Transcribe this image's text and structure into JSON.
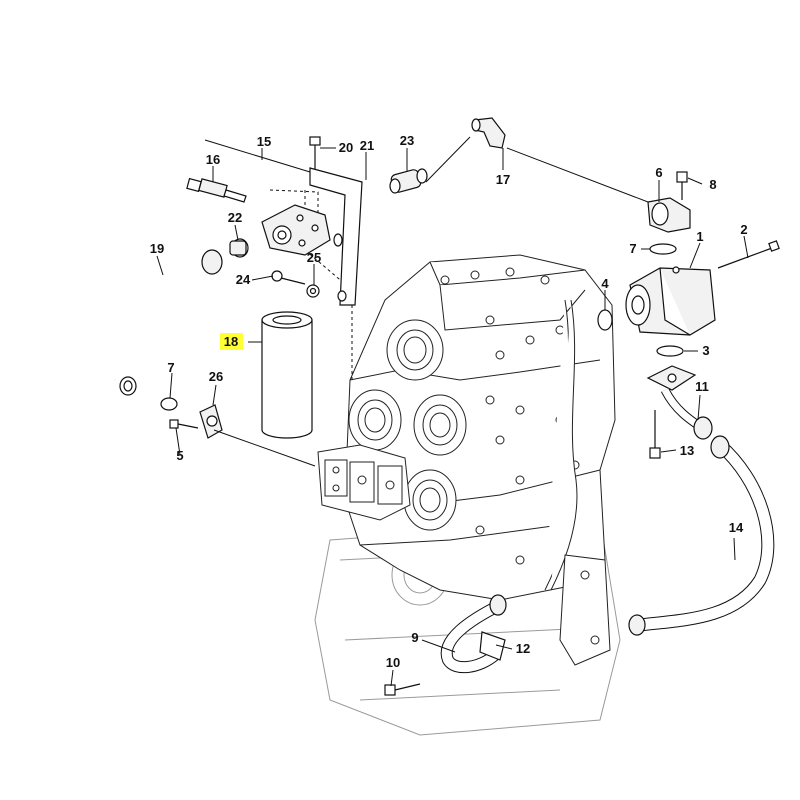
{
  "highlight_color": "#ffff33",
  "callouts": [
    {
      "id": "c1",
      "label": "1"
    },
    {
      "id": "c2",
      "label": "2"
    },
    {
      "id": "c3",
      "label": "3"
    },
    {
      "id": "c4",
      "label": "4"
    },
    {
      "id": "c5",
      "label": "5"
    },
    {
      "id": "c6",
      "label": "6"
    },
    {
      "id": "c7a",
      "label": "7"
    },
    {
      "id": "c7b",
      "label": "7"
    },
    {
      "id": "c8",
      "label": "8"
    },
    {
      "id": "c9",
      "label": "9"
    },
    {
      "id": "c10",
      "label": "10"
    },
    {
      "id": "c11",
      "label": "11"
    },
    {
      "id": "c12",
      "label": "12"
    },
    {
      "id": "c13",
      "label": "13"
    },
    {
      "id": "c14",
      "label": "14"
    },
    {
      "id": "c15",
      "label": "15"
    },
    {
      "id": "c16",
      "label": "16"
    },
    {
      "id": "c17",
      "label": "17"
    },
    {
      "id": "c18",
      "label": "18",
      "highlighted": true
    },
    {
      "id": "c19",
      "label": "19"
    },
    {
      "id": "c20",
      "label": "20"
    },
    {
      "id": "c21",
      "label": "21"
    },
    {
      "id": "c22",
      "label": "22"
    },
    {
      "id": "c23",
      "label": "23"
    },
    {
      "id": "c24",
      "label": "24"
    },
    {
      "id": "c25",
      "label": "25"
    },
    {
      "id": "c26",
      "label": "26"
    }
  ]
}
